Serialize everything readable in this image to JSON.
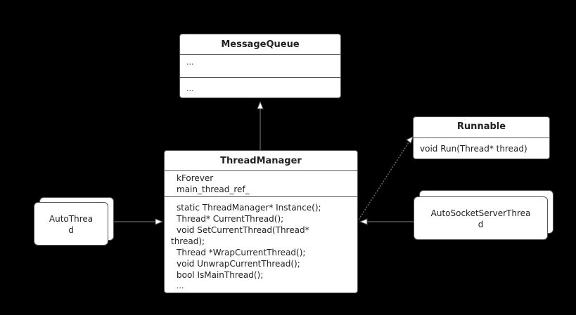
{
  "message_queue": {
    "title": "MessageQueue",
    "attributes": "...",
    "operations": "..."
  },
  "runnable": {
    "title": "Runnable",
    "operation": "void Run(Thread* thread)"
  },
  "thread_manager": {
    "title": "ThreadManager",
    "attributes": [
      "kForever",
      "main_thread_ref_"
    ],
    "operations": [
      "static ThreadManager* Instance();",
      "Thread* CurrentThread();",
      "void SetCurrentThread(Thread*",
      "thread);",
      "Thread *WrapCurrentThread();",
      "void UnwrapCurrentThread();",
      "bool IsMainThread();",
      "..."
    ]
  },
  "auto_thread": {
    "line1": "AutoThrea",
    "line2": "d"
  },
  "auto_socket_server_thread": {
    "line1": "AutoSocketServerThrea",
    "line2": "d"
  }
}
